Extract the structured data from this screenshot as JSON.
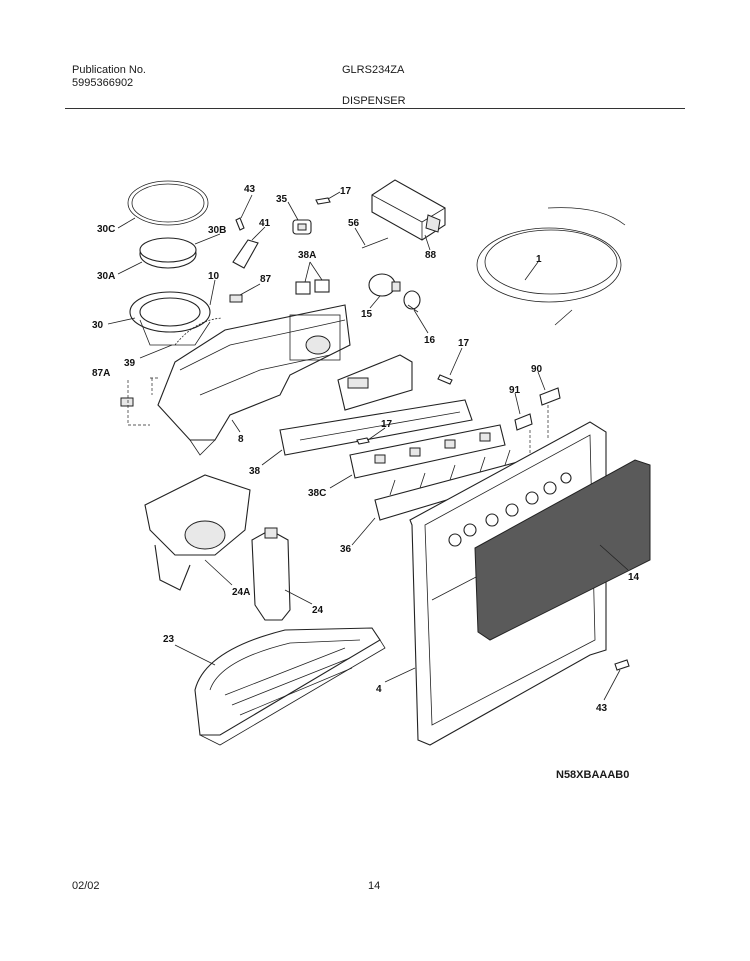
{
  "header": {
    "publication_label": "Publication No.",
    "publication_number": "5995366902",
    "model": "GLRS234ZA",
    "section": "DISPENSER"
  },
  "diagram": {
    "drawing_code": "N58XBAAAB0",
    "callouts": [
      "43",
      "17",
      "35",
      "41",
      "30C",
      "30B",
      "56",
      "88",
      "1",
      "38A",
      "30A",
      "10",
      "87",
      "15",
      "16",
      "30",
      "39",
      "17",
      "90",
      "87A",
      "91",
      "8",
      "17",
      "38",
      "38C",
      "36",
      "14",
      "24A",
      "24",
      "23",
      "4",
      "43"
    ]
  },
  "footer": {
    "date": "02/02",
    "page": "14"
  }
}
